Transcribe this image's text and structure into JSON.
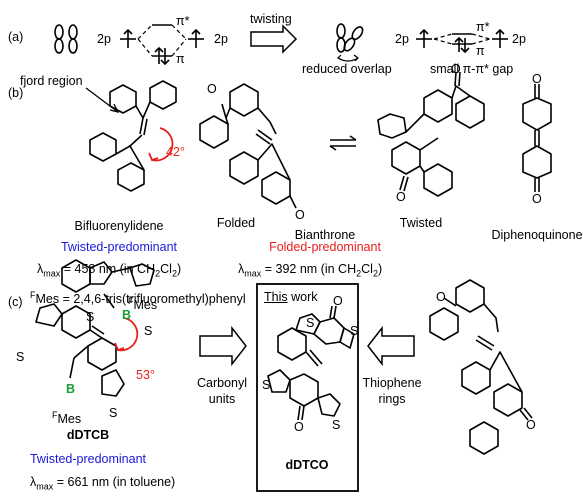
{
  "panel_a": {
    "label": "(a)",
    "left_orbital_2p_1": "2p",
    "left_orbital_2p_2": "2p",
    "left_pi_star": "π*",
    "left_pi": "π",
    "twisting": "twisting",
    "reduced_overlap": "reduced overlap",
    "right_orbital_2p_1": "2p",
    "right_orbital_2p_2": "2p",
    "right_pi_star": "π*",
    "right_pi": "π",
    "small_gap": "small π-π* gap"
  },
  "panel_b": {
    "label": "(b)",
    "fjord_region": "fjord region",
    "angle_bf": "42°",
    "bifluorenylidene": "Bifluorenylidene",
    "bf_conformation": "Twisted-predominant",
    "bf_lambda_prefix": "λ",
    "bf_lambda_sub": "max",
    "bf_lambda_value": " = 458 nm (in CH",
    "bf_solvent_sub1": "2",
    "bf_solvent_mid": "Cl",
    "bf_solvent_sub2": "2",
    "bf_solvent_end": ")",
    "folded": "Folded",
    "bianthrone": "Bianthrone",
    "twisted": "Twisted",
    "ba_conformation": "Folded-predominant",
    "ba_lambda_prefix": "λ",
    "ba_lambda_sub": "max",
    "ba_lambda_value": " = 392 nm (in CH",
    "ba_solvent_sub1": "2",
    "ba_solvent_mid": "Cl",
    "ba_solvent_sub2": "2",
    "ba_solvent_end": ")",
    "diphenoquinone": "Diphenoquinone",
    "atom_o": "O"
  },
  "panel_c": {
    "label": "(c)",
    "fmes_sup": "F",
    "fmes_def": "Mes = 2,4,6-tris(trifluoromethyl)phenyl",
    "atom_s": "S",
    "atom_b": "B",
    "atom_o": "O",
    "fmes_label": "Mes",
    "angle_dtcb": "53°",
    "dtcb_name": "dDTCB",
    "dtcb_conformation": "Twisted-predominant",
    "dtcb_lambda_prefix": "λ",
    "dtcb_lambda_sub": "max",
    "dtcb_lambda_value": " = 661 nm (in toluene)",
    "carbonyl_units_1": "Carbonyl",
    "carbonyl_units_2": "units",
    "this_word": "This",
    "work_word": " work",
    "dtco_name": "dDTCO",
    "thiophene_rings_1": "Thiophene",
    "thiophene_rings_2": "rings"
  },
  "colors": {
    "twisted_predominant": "#1a1adb",
    "folded_predominant": "#e8201c",
    "boron": "#1a9c3a",
    "angle_arrow": "#e8201c"
  }
}
